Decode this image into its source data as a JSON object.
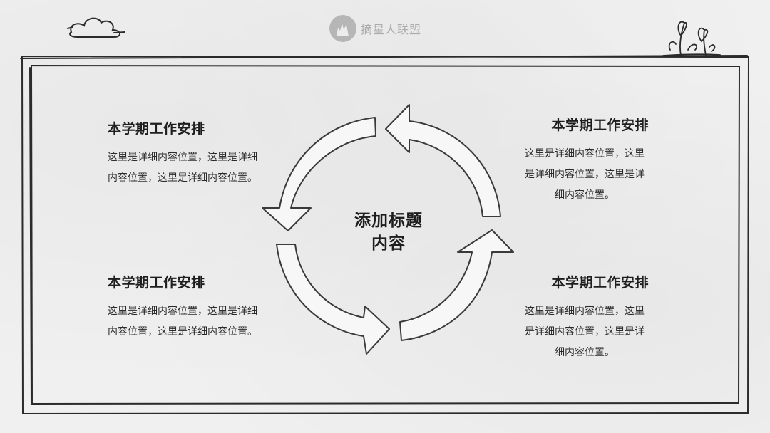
{
  "logo": {
    "text": "摘星人联盟"
  },
  "center": {
    "title_line1": "添加标题",
    "title_line2": "内容"
  },
  "blocks": [
    {
      "title": "本学期工作安排",
      "desc": "这里是详细内容位置，这里是详细内容位置，这里是详细内容位置。"
    },
    {
      "title": "本学期工作安排",
      "desc": "这里是详细内容位置，这里是详细内容位置，这里是详细内容位置。"
    },
    {
      "title": "本学期工作安排",
      "desc": "这里是详细内容位置，这里是详细内容位置，这里是详细内容位置。"
    },
    {
      "title": "本学期工作安排",
      "desc": "这里是详细内容位置，这里是详细内容位置，这里是详细内容位置。"
    }
  ]
}
